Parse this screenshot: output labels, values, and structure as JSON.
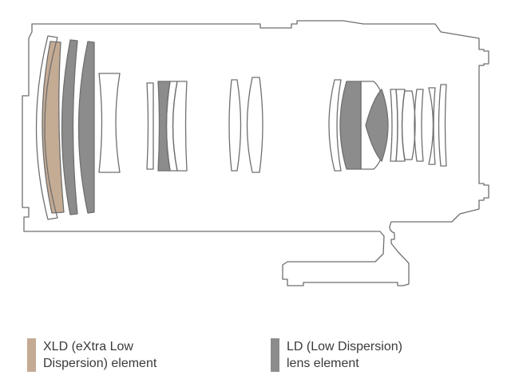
{
  "colors": {
    "xld": "#c4ab94",
    "ld": "#8c8c8c",
    "outline": "#6f6f6f",
    "background": "#ffffff"
  },
  "legend": {
    "xld": {
      "line1": "XLD (eXtra Low",
      "line2": "Dispersion) element",
      "color": "#c4ab94"
    },
    "ld": {
      "line1": "LD (Low Dispersion)",
      "line2": "lens element",
      "color": "#8c8c8c"
    }
  }
}
